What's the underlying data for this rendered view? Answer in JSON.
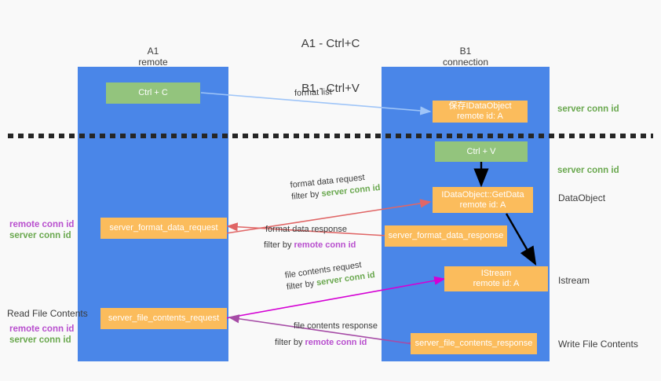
{
  "title": {
    "line1": "A1 - Ctrl+C",
    "line2": "B1 - Ctrl+V"
  },
  "columns": [
    {
      "id": "a1",
      "name": "A1",
      "subtitle": "remote"
    },
    {
      "id": "b1",
      "name": "B1",
      "subtitle": "connection"
    }
  ],
  "colors": {
    "panel": "#4a86e8",
    "node_green": "#93c47d",
    "node_orange": "#fbbc5c",
    "label_green": "#6aa84f",
    "label_purple": "#b84fce",
    "arrow_lightblue": "#9fc5f8",
    "arrow_red": "#e06666",
    "arrow_magenta": "#d400d4",
    "arrow_purple": "#a64ca6",
    "arrow_black": "#000000",
    "background": "#f9f9f9",
    "text": "#3c3c3c"
  },
  "nodes": [
    {
      "id": "ctrl-c",
      "line1": "Ctrl + C",
      "line2": "",
      "color": "green"
    },
    {
      "id": "save-idataobject",
      "line1": "保存IDataObject",
      "line2": "remote id: A",
      "color": "orange"
    },
    {
      "id": "ctrl-v",
      "line1": "Ctrl + V",
      "line2": "",
      "color": "green"
    },
    {
      "id": "getdata",
      "line1": "IDataObject::GetData",
      "line2": "remote id: A",
      "color": "orange"
    },
    {
      "id": "server-format-data-request",
      "line1": "server_format_data_request",
      "line2": "",
      "color": "orange"
    },
    {
      "id": "server-format-data-response",
      "line1": "server_format_data_response",
      "line2": "",
      "color": "orange"
    },
    {
      "id": "istream",
      "line1": "IStream",
      "line2": "remote id: A",
      "color": "orange"
    },
    {
      "id": "server-file-contents-request",
      "line1": "server_file_contents_request",
      "line2": "",
      "color": "orange"
    },
    {
      "id": "server-file-contents-response",
      "line1": "server_file_contents_response",
      "line2": "",
      "color": "orange"
    }
  ],
  "right_labels": [
    {
      "id": "server-conn-id-1",
      "text": "server conn id",
      "style": "green"
    },
    {
      "id": "server-conn-id-2",
      "text": "server conn id",
      "style": "green"
    },
    {
      "id": "dataobject",
      "text": "DataObject",
      "style": "dark"
    },
    {
      "id": "istream",
      "text": "Istream",
      "style": "dark"
    },
    {
      "id": "write-file-contents",
      "text": "Write File Contents",
      "style": "dark"
    }
  ],
  "left_labels": [
    {
      "id": "remote-conn-id-1",
      "text": "remote conn id",
      "style": "purple"
    },
    {
      "id": "server-conn-id-3",
      "text": "server conn id",
      "style": "green"
    },
    {
      "id": "read-file-contents",
      "text": "Read File Contents",
      "style": "dark"
    },
    {
      "id": "remote-conn-id-2",
      "text": "remote conn id",
      "style": "purple"
    },
    {
      "id": "server-conn-id-4",
      "text": "server conn id",
      "style": "green"
    }
  ],
  "edges": [
    {
      "id": "format-list",
      "label": "format list",
      "filter_prefix": "",
      "filter_key": "",
      "color": "#9fc5f8"
    },
    {
      "id": "format-data-request",
      "label": "format data request",
      "filter_prefix": "filter by ",
      "filter_key": "server conn id",
      "color": "#e06666"
    },
    {
      "id": "format-data-response",
      "label": "format data response",
      "filter_prefix": "filter by ",
      "filter_key": "remote conn id",
      "color": "#e06666"
    },
    {
      "id": "file-contents-request",
      "label": "file contents request",
      "filter_prefix": "filter by ",
      "filter_key": "server conn id",
      "color": "#d400d4"
    },
    {
      "id": "file-contents-response",
      "label": "file contents response",
      "filter_prefix": "filter by ",
      "filter_key": "remote conn id",
      "color": "#a64ca6"
    }
  ]
}
